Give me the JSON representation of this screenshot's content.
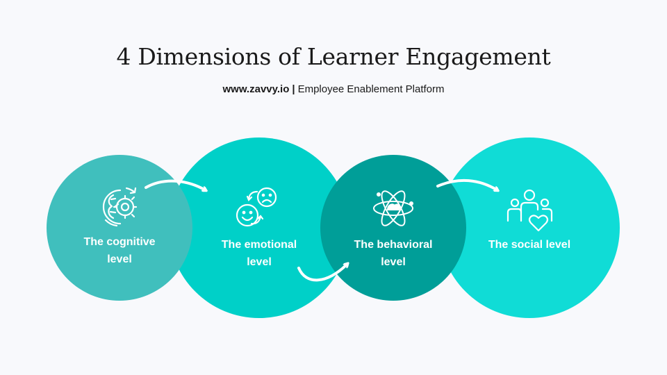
{
  "header": {
    "title": "4 Dimensions of Learner Engagement",
    "url": "www.zavvy.io",
    "separator": "|",
    "tagline": "Employee Enablement Platform"
  },
  "levels": [
    {
      "label": "The cognitive level",
      "icon": "brain-gear-icon",
      "color": "#40bfbd"
    },
    {
      "label": "The emotional level",
      "icon": "emotion-faces-icon",
      "color": "#00d0c8"
    },
    {
      "label": "The behavioral level",
      "icon": "atom-icon",
      "color": "#009e98"
    },
    {
      "label": "The social level",
      "icon": "people-heart-icon",
      "color": "#10dcd6"
    }
  ]
}
